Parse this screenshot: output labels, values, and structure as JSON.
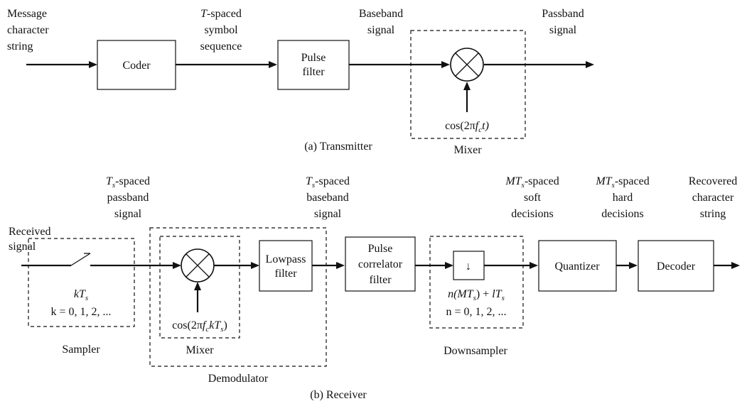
{
  "transmitter": {
    "input_label": [
      "Message",
      "character",
      "string"
    ],
    "symbol_label": [
      "-spaced",
      "symbol",
      "sequence"
    ],
    "symbol_label_var": "T",
    "baseband_label": [
      "Baseband",
      "signal"
    ],
    "passband_label": [
      "Passband",
      "signal"
    ],
    "coder": "Coder",
    "pulse_filter": [
      "Pulse",
      "filter"
    ],
    "mixer_label": "Mixer",
    "cos_label": {
      "pre": "cos(2π",
      "f": "f",
      "sub": "c",
      "post": "t)"
    },
    "caption": "(a) Transmitter"
  },
  "receiver": {
    "received_label": [
      "Received",
      "signal"
    ],
    "passband_label": {
      "var": "T",
      "sub": "s",
      "rest": "-spaced",
      "lines": [
        "passband",
        "signal"
      ]
    },
    "baseband_label": {
      "var": "T",
      "sub": "s",
      "rest": "-spaced",
      "lines": [
        "baseband",
        "signal"
      ]
    },
    "soft_label": {
      "var": "MT",
      "sub": "s",
      "rest": "-spaced",
      "lines": [
        "soft",
        "decisions"
      ]
    },
    "hard_label": {
      "var": "MT",
      "sub": "s",
      "rest": "-spaced",
      "lines": [
        "hard",
        "decisions"
      ]
    },
    "recovered_label": [
      "Recovered",
      "character",
      "string"
    ],
    "sampler_eq1": {
      "var": "kT",
      "sub": "s"
    },
    "sampler_eq2": "k = 0, 1, 2, ...",
    "sampler_label": "Sampler",
    "mixer_label": "Mixer",
    "cos_label": {
      "pre": "cos(2π",
      "f": "f",
      "sub": "c",
      "k": "kT",
      "sub2": "s",
      "post": ")"
    },
    "demodulator_label": "Demodulator",
    "lowpass": [
      "Lowpass",
      "filter"
    ],
    "correlator": [
      "Pulse",
      "correlator",
      "filter"
    ],
    "down_eq1": {
      "pre": "n(MT",
      "sub": "s",
      "mid": ") + ",
      "l": "lT",
      "sub2": "s"
    },
    "down_eq2": "n = 0, 1, 2, ...",
    "downsampler_label": "Downsampler",
    "downsample_arrow": "↓",
    "quantizer": "Quantizer",
    "decoder": "Decoder",
    "caption": "(b) Receiver"
  }
}
